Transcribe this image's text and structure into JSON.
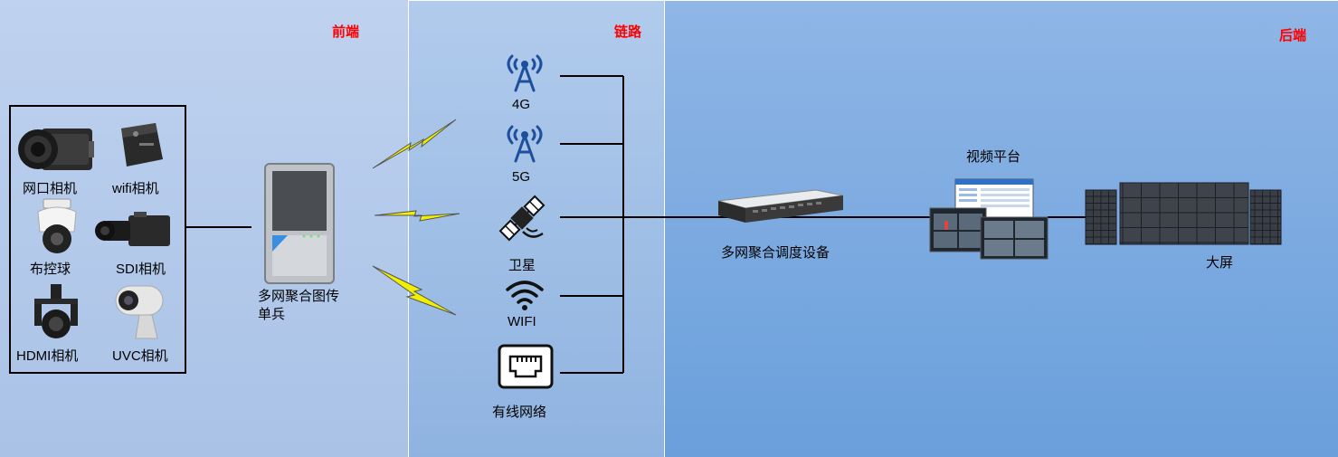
{
  "sections": {
    "front": "前端",
    "link": "链路",
    "back": "后端"
  },
  "cameras": [
    {
      "label": "网口相机",
      "icon": "industrial-camera-icon"
    },
    {
      "label": "wifi相机",
      "icon": "wifi-camera-icon"
    },
    {
      "label": "布控球",
      "icon": "dome-camera-icon"
    },
    {
      "label": "SDI相机",
      "icon": "box-camera-icon"
    },
    {
      "label": "HDMI相机",
      "icon": "gimbal-camera-icon"
    },
    {
      "label": "UVC相机",
      "icon": "webcam-icon"
    }
  ],
  "transmitter": {
    "label_line1": "多网聚合图传",
    "label_line2": "单兵"
  },
  "links": [
    {
      "label": "4G",
      "icon": "cell-tower-icon"
    },
    {
      "label": "5G",
      "icon": "cell-tower-icon"
    },
    {
      "label": "卫星",
      "icon": "satellite-icon"
    },
    {
      "label": "WIFI",
      "icon": "wifi-icon"
    },
    {
      "label": "有线网络",
      "icon": "ethernet-port-icon"
    }
  ],
  "backend": {
    "server": "多网聚合调度设备",
    "platform": "视频平台",
    "screen": "大屏"
  },
  "colors": {
    "section_title": "#ff0000",
    "lightning": "#f0f000",
    "line": "#000000"
  }
}
